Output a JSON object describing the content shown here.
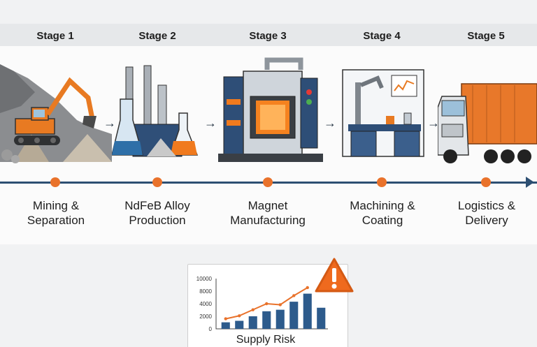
{
  "stages": [
    {
      "title": "Stage 1",
      "label": "Mining &\nSeparation"
    },
    {
      "title": "Stage 2",
      "label": "NdFeB Alloy\nProduction"
    },
    {
      "title": "Stage 3",
      "label": "Magnet\nManufacturing"
    },
    {
      "title": "Stage 4",
      "label": "Machining &\nCoating"
    },
    {
      "title": "Stage 5",
      "label": "Logistics &\nDelivery"
    }
  ],
  "colors": {
    "accent": "#e9722b",
    "navy": "#2d4f72",
    "bar": "#2d5b8c"
  },
  "icons": [
    "excavator-icon",
    "lab-flask-icon",
    "furnace-machine-icon",
    "workbench-icon",
    "truck-icon"
  ],
  "supply_chart": {
    "caption": "Supply Risk",
    "y_ticks": [
      "10000",
      "8000",
      "4000",
      "2000",
      "0"
    ],
    "chart_data": {
      "type": "bar",
      "title": "",
      "ylim": [
        0,
        10000
      ],
      "bar_values": [
        1300,
        1600,
        2500,
        3500,
        3800,
        5400,
        7000,
        4200
      ],
      "line_values": [
        2000,
        2600,
        3800,
        5000,
        4800,
        6600,
        8200
      ]
    }
  }
}
